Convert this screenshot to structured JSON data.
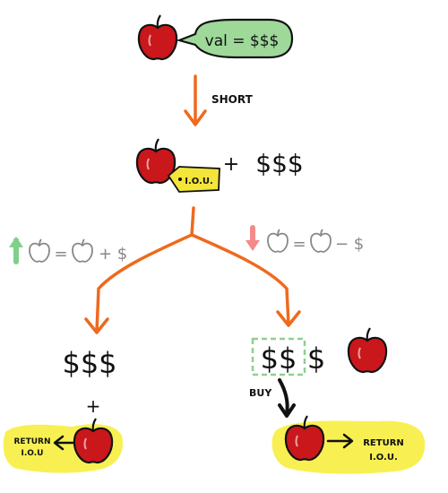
{
  "top": {
    "bubble_text": "val = $$$"
  },
  "arrow_short_label": "SHORT",
  "middle": {
    "tag_text": "I.O.U.",
    "plus": "+",
    "money": "$$$"
  },
  "left_branch": {
    "formula_eq": "=",
    "formula_plus": "+ $",
    "money": "$$$",
    "plus": "+",
    "return_line1": "RETURN",
    "return_line2": "I.O.U"
  },
  "right_branch": {
    "formula_eq": "=",
    "formula_minus": "− $",
    "money_boxed": "$$",
    "money_extra": "$",
    "buy_label": "BUY",
    "return_line1": "RETURN",
    "return_line2": "I.O.U."
  },
  "colors": {
    "apple": "#c9171c",
    "bubble": "#9ed99a",
    "arrow": "#ee6a1d",
    "tag": "#f4e53a",
    "highlight": "#f7ee3f",
    "up": "#7fd08a",
    "down": "#f58a8a",
    "dashed_box": "#8fd08f",
    "grey": "#888888"
  }
}
